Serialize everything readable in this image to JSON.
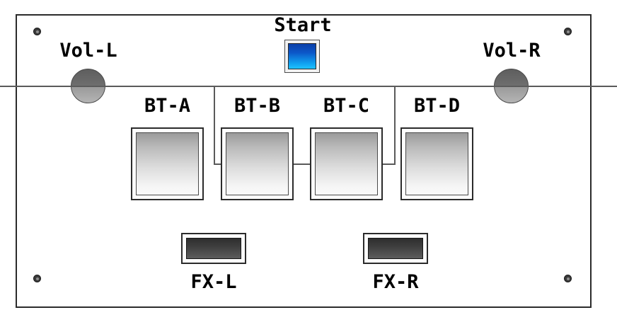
{
  "panel": {
    "name": "controller-panel",
    "background_color": "#ffffff",
    "border_color": "#2b2b2b"
  },
  "start": {
    "label": "Start",
    "cap_color_top": "#0b3fa8",
    "cap_color_bottom": "#1ec2ff"
  },
  "knobs": [
    {
      "id": "vol-l",
      "label": "Vol-L"
    },
    {
      "id": "vol-r",
      "label": "Vol-R"
    }
  ],
  "bt_buttons": [
    {
      "id": "bt-a",
      "label": "BT-A"
    },
    {
      "id": "bt-b",
      "label": "BT-B"
    },
    {
      "id": "bt-c",
      "label": "BT-C"
    },
    {
      "id": "bt-d",
      "label": "BT-D"
    }
  ],
  "fx_buttons": [
    {
      "id": "fx-l",
      "label": "FX-L"
    },
    {
      "id": "fx-r",
      "label": "FX-R"
    }
  ],
  "screws": [
    {
      "id": "screw-tl"
    },
    {
      "id": "screw-tr"
    },
    {
      "id": "screw-bl"
    },
    {
      "id": "screw-br"
    }
  ],
  "wires": {
    "main_horizontal": "full-width-trace",
    "left_vertical": "bt-b-trace",
    "right_vertical": "bt-d-trace",
    "bridge_horizontal": "bt-row-trace"
  }
}
